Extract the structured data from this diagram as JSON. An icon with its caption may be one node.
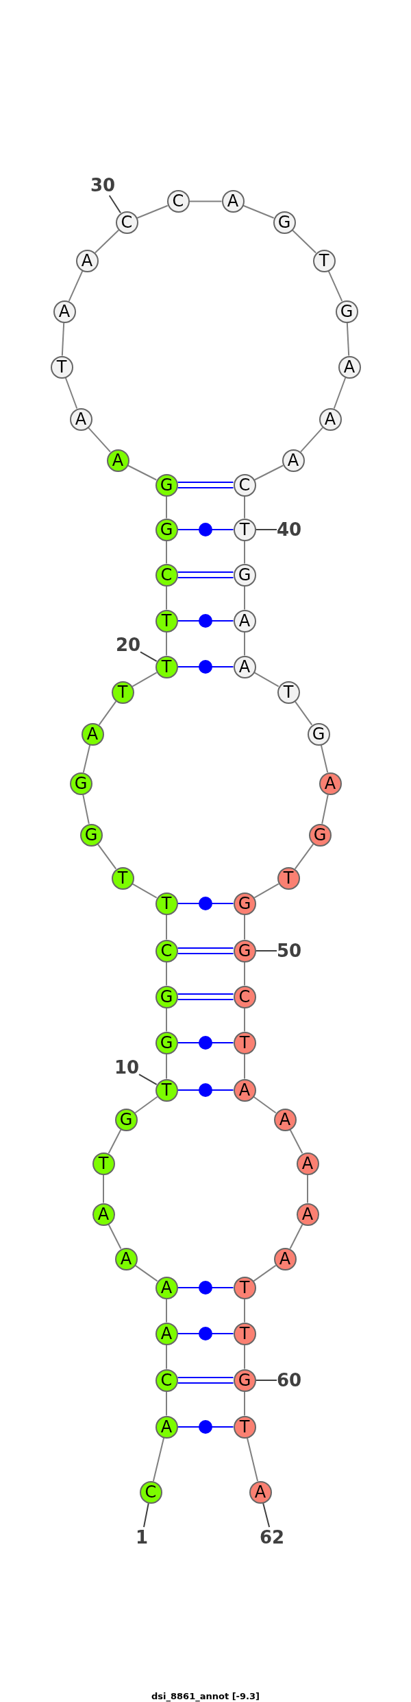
{
  "diagram": {
    "caption": "dsi_8861_annot [-9.3]",
    "nodes": [
      {
        "text": [
          "C"
        ]
      },
      {
        "text": [
          "A"
        ]
      },
      {
        "text": [
          "C"
        ]
      },
      {
        "text": [
          "A"
        ]
      },
      {
        "text": [
          "A"
        ]
      },
      {
        "text": [
          "A"
        ]
      },
      {
        "text": [
          "A"
        ]
      },
      {
        "text": [
          "T"
        ]
      },
      {
        "text": [
          "G"
        ]
      },
      {
        "text": [
          "T"
        ]
      },
      {
        "text": [
          "G"
        ]
      },
      {
        "text": [
          "G"
        ]
      },
      {
        "text": [
          "C"
        ]
      },
      {
        "text": [
          "T"
        ]
      },
      {
        "text": [
          "T"
        ]
      },
      {
        "text": [
          "G"
        ]
      },
      {
        "text": [
          "G"
        ]
      },
      {
        "text": [
          "A"
        ]
      },
      {
        "text": [
          "T"
        ]
      },
      {
        "text": [
          "T"
        ]
      },
      {
        "text": [
          "T"
        ]
      },
      {
        "text": [
          "C"
        ]
      },
      {
        "text": [
          "G"
        ]
      },
      {
        "text": [
          "G"
        ]
      },
      {
        "text": [
          "A"
        ]
      },
      {
        "text": [
          "A"
        ]
      },
      {
        "text": [
          "T"
        ]
      },
      {
        "text": [
          "A"
        ]
      },
      {
        "text": [
          "A"
        ]
      },
      {
        "text": [
          "C"
        ]
      },
      {
        "text": [
          "C"
        ]
      },
      {
        "text": [
          "A"
        ]
      },
      {
        "text": [
          "G"
        ]
      },
      {
        "text": [
          "T"
        ]
      },
      {
        "text": [
          "G"
        ]
      },
      {
        "text": [
          "A"
        ]
      },
      {
        "text": [
          "A"
        ]
      },
      {
        "text": [
          "A"
        ]
      },
      {
        "text": [
          "C"
        ]
      },
      {
        "text": [
          "T"
        ]
      },
      {
        "text": [
          "G"
        ]
      },
      {
        "text": [
          "A"
        ]
      },
      {
        "text": [
          "A"
        ]
      },
      {
        "text": [
          "T"
        ]
      },
      {
        "text": [
          "G"
        ]
      },
      {
        "text": [
          "A"
        ]
      },
      {
        "text": [
          "G"
        ]
      },
      {
        "text": [
          "T"
        ]
      },
      {
        "text": [
          "G"
        ]
      },
      {
        "text": [
          "G"
        ]
      },
      {
        "text": [
          "C"
        ]
      },
      {
        "text": [
          "T"
        ]
      },
      {
        "text": [
          "A"
        ]
      },
      {
        "text": [
          "A"
        ]
      },
      {
        "text": [
          "A"
        ]
      },
      {
        "text": [
          "A"
        ]
      },
      {
        "text": [
          "A"
        ]
      },
      {
        "text": [
          "T"
        ]
      },
      {
        "text": [
          "T"
        ]
      },
      {
        "text": [
          "G"
        ]
      },
      {
        "text": [
          "T"
        ]
      },
      {
        "text": [
          "A"
        ]
      },
      {
        "text": [
          "1"
        ]
      },
      {
        "text": [
          "10"
        ]
      },
      {
        "text": [
          "20"
        ]
      },
      {
        "text": [
          "30"
        ]
      },
      {
        "text": [
          "40"
        ]
      },
      {
        "text": [
          "50"
        ]
      },
      {
        "text": [
          "60"
        ]
      },
      {
        "text": [
          "62"
        ]
      }
    ],
    "edges": [
      {
        "from": 0,
        "to": 1,
        "arrow": "none"
      },
      {
        "from": 1,
        "to": 2,
        "arrow": "none"
      },
      {
        "from": 2,
        "to": 3,
        "arrow": "none"
      },
      {
        "from": 3,
        "to": 4,
        "arrow": "none"
      },
      {
        "from": 4,
        "to": 5,
        "arrow": "none"
      },
      {
        "from": 5,
        "to": 6,
        "arrow": "none"
      },
      {
        "from": 6,
        "to": 7,
        "arrow": "none"
      },
      {
        "from": 7,
        "to": 8,
        "arrow": "none"
      },
      {
        "from": 8,
        "to": 9,
        "arrow": "none"
      },
      {
        "from": 9,
        "to": 10,
        "arrow": "none"
      },
      {
        "from": 10,
        "to": 11,
        "arrow": "none"
      },
      {
        "from": 11,
        "to": 12,
        "arrow": "none"
      },
      {
        "from": 12,
        "to": 13,
        "arrow": "none"
      },
      {
        "from": 13,
        "to": 14,
        "arrow": "none"
      },
      {
        "from": 14,
        "to": 15,
        "arrow": "none"
      },
      {
        "from": 15,
        "to": 16,
        "arrow": "none"
      },
      {
        "from": 16,
        "to": 17,
        "arrow": "none"
      },
      {
        "from": 17,
        "to": 18,
        "arrow": "none"
      },
      {
        "from": 18,
        "to": 19,
        "arrow": "none"
      },
      {
        "from": 19,
        "to": 20,
        "arrow": "none"
      },
      {
        "from": 20,
        "to": 21,
        "arrow": "none"
      },
      {
        "from": 21,
        "to": 22,
        "arrow": "none"
      },
      {
        "from": 22,
        "to": 23,
        "arrow": "none"
      },
      {
        "from": 23,
        "to": 24,
        "arrow": "none"
      },
      {
        "from": 24,
        "to": 25,
        "arrow": "none"
      },
      {
        "from": 25,
        "to": 26,
        "arrow": "none"
      },
      {
        "from": 26,
        "to": 27,
        "arrow": "none"
      },
      {
        "from": 27,
        "to": 28,
        "arrow": "none"
      },
      {
        "from": 28,
        "to": 29,
        "arrow": "none"
      },
      {
        "from": 29,
        "to": 30,
        "arrow": "none"
      },
      {
        "from": 30,
        "to": 31,
        "arrow": "none"
      },
      {
        "from": 31,
        "to": 32,
        "arrow": "none"
      },
      {
        "from": 32,
        "to": 33,
        "arrow": "none"
      },
      {
        "from": 33,
        "to": 34,
        "arrow": "none"
      },
      {
        "from": 34,
        "to": 35,
        "arrow": "none"
      },
      {
        "from": 35,
        "to": 36,
        "arrow": "none"
      },
      {
        "from": 36,
        "to": 37,
        "arrow": "none"
      },
      {
        "from": 37,
        "to": 38,
        "arrow": "none"
      },
      {
        "from": 38,
        "to": 39,
        "arrow": "none"
      },
      {
        "from": 39,
        "to": 40,
        "arrow": "none"
      },
      {
        "from": 40,
        "to": 41,
        "arrow": "none"
      },
      {
        "from": 41,
        "to": 42,
        "arrow": "none"
      },
      {
        "from": 42,
        "to": 43,
        "arrow": "none"
      },
      {
        "from": 43,
        "to": 44,
        "arrow": "none"
      },
      {
        "from": 44,
        "to": 45,
        "arrow": "none"
      },
      {
        "from": 45,
        "to": 46,
        "arrow": "none"
      },
      {
        "from": 46,
        "to": 47,
        "arrow": "none"
      },
      {
        "from": 47,
        "to": 48,
        "arrow": "none"
      },
      {
        "from": 48,
        "to": 49,
        "arrow": "none"
      },
      {
        "from": 49,
        "to": 50,
        "arrow": "none"
      },
      {
        "from": 50,
        "to": 51,
        "arrow": "none"
      },
      {
        "from": 51,
        "to": 52,
        "arrow": "none"
      },
      {
        "from": 52,
        "to": 53,
        "arrow": "none"
      },
      {
        "from": 53,
        "to": 54,
        "arrow": "none"
      },
      {
        "from": 54,
        "to": 55,
        "arrow": "none"
      },
      {
        "from": 55,
        "to": 56,
        "arrow": "none"
      },
      {
        "from": 56,
        "to": 57,
        "arrow": "none"
      },
      {
        "from": 57,
        "to": 58,
        "arrow": "none"
      },
      {
        "from": 58,
        "to": 59,
        "arrow": "none"
      },
      {
        "from": 59,
        "to": 60,
        "arrow": "none"
      },
      {
        "from": 60,
        "to": 61,
        "arrow": "none"
      },
      {
        "from": 1,
        "to": 60,
        "arrow": "none",
        "color": "#0000ff"
      },
      {
        "from": 2,
        "to": 59,
        "arrow": "none",
        "color": "#0000ff"
      },
      {
        "from": 3,
        "to": 58,
        "arrow": "none",
        "color": "#0000ff"
      },
      {
        "from": 4,
        "to": 57,
        "arrow": "none",
        "color": "#0000ff"
      },
      {
        "from": 9,
        "to": 52,
        "arrow": "none",
        "color": "#0000ff"
      },
      {
        "from": 10,
        "to": 51,
        "arrow": "none",
        "color": "#0000ff"
      },
      {
        "from": 11,
        "to": 50,
        "arrow": "none",
        "color": "#0000ff"
      },
      {
        "from": 12,
        "to": 49,
        "arrow": "none",
        "color": "#0000ff"
      },
      {
        "from": 13,
        "to": 48,
        "arrow": "none",
        "color": "#0000ff"
      },
      {
        "from": 19,
        "to": 42,
        "arrow": "none",
        "color": "#0000ff"
      },
      {
        "from": 20,
        "to": 41,
        "arrow": "none",
        "color": "#0000ff"
      },
      {
        "from": 21,
        "to": 40,
        "arrow": "none",
        "color": "#0000ff"
      },
      {
        "from": 22,
        "to": 39,
        "arrow": "none",
        "color": "#0000ff"
      },
      {
        "from": 23,
        "to": 38,
        "arrow": "none",
        "color": "#0000ff"
      },
      {
        "from": 62,
        "to": 0,
        "arrow": "none",
        "color": "#404040"
      },
      {
        "from": 63,
        "to": 9,
        "arrow": "none",
        "color": "#404040"
      },
      {
        "from": 64,
        "to": 19,
        "arrow": "none",
        "color": "#404040"
      },
      {
        "from": 65,
        "to": 29,
        "arrow": "none",
        "color": "#404040"
      },
      {
        "from": 66,
        "to": 39,
        "arrow": "none",
        "color": "#404040"
      },
      {
        "from": 67,
        "to": 49,
        "arrow": "none",
        "color": "#404040"
      },
      {
        "from": 68,
        "to": 59,
        "arrow": "none",
        "color": "#404040"
      },
      {
        "from": 69,
        "to": 61,
        "arrow": "none",
        "color": "#404040"
      }
    ]
  }
}
